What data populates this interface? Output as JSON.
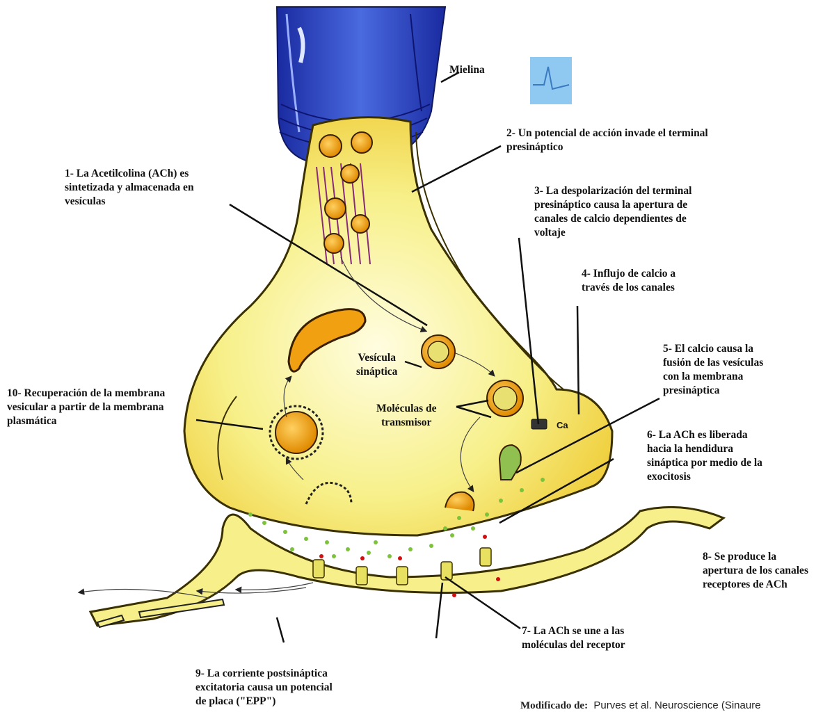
{
  "labels": {
    "mielina": "Mielina",
    "step1": "1- La Acetilcolina (ACh) es\nsintetizada y almacenada en\nvesículas",
    "step2": "2- Un potencial de acción invade el terminal\npresináptico",
    "step3": "3- La despolarización del terminal\npresináptico causa la apertura de\ncanales de calcio dependientes de\nvoltaje",
    "step4": "4- Influjo de calcio a\ntravés de los canales",
    "step5": "5- El calcio causa la\nfusión de las vesículas\ncon la membrana\npresináptica",
    "step6": "6- La ACh  es liberada\nhacia la hendidura\nsináptica por medio de la\nexocitosis",
    "step7": "7- La ACh se une a las\nmoléculas del receptor",
    "step8": "8- Se produce la\napertura de los canales\nreceptores de ACh",
    "step9": "9- La corriente postsináptica\nexcitatoria causa un potencial\nde placa (\"EPP\")",
    "step10": "10- Recuperación de la membrana\nvesicular a partir de la membrana\nplasmática",
    "vesicle": "Vesícula\nsináptica",
    "transmitter": "Moléculas de\ntransmisor",
    "calcium": "Ca",
    "credit_prefix": "Modificado de:",
    "credit_text": "Purves et al. Neuroscience (Sinaure"
  },
  "colors": {
    "terminal_fill": "#f7f08a",
    "terminal_edge": "#3a3000",
    "myelin": "#2b39b8",
    "vesicle": "#f0a010",
    "transmitter_dot": "#7cc23a",
    "ach_dot": "#d01010",
    "ap_panel": "#8fc8f0"
  }
}
